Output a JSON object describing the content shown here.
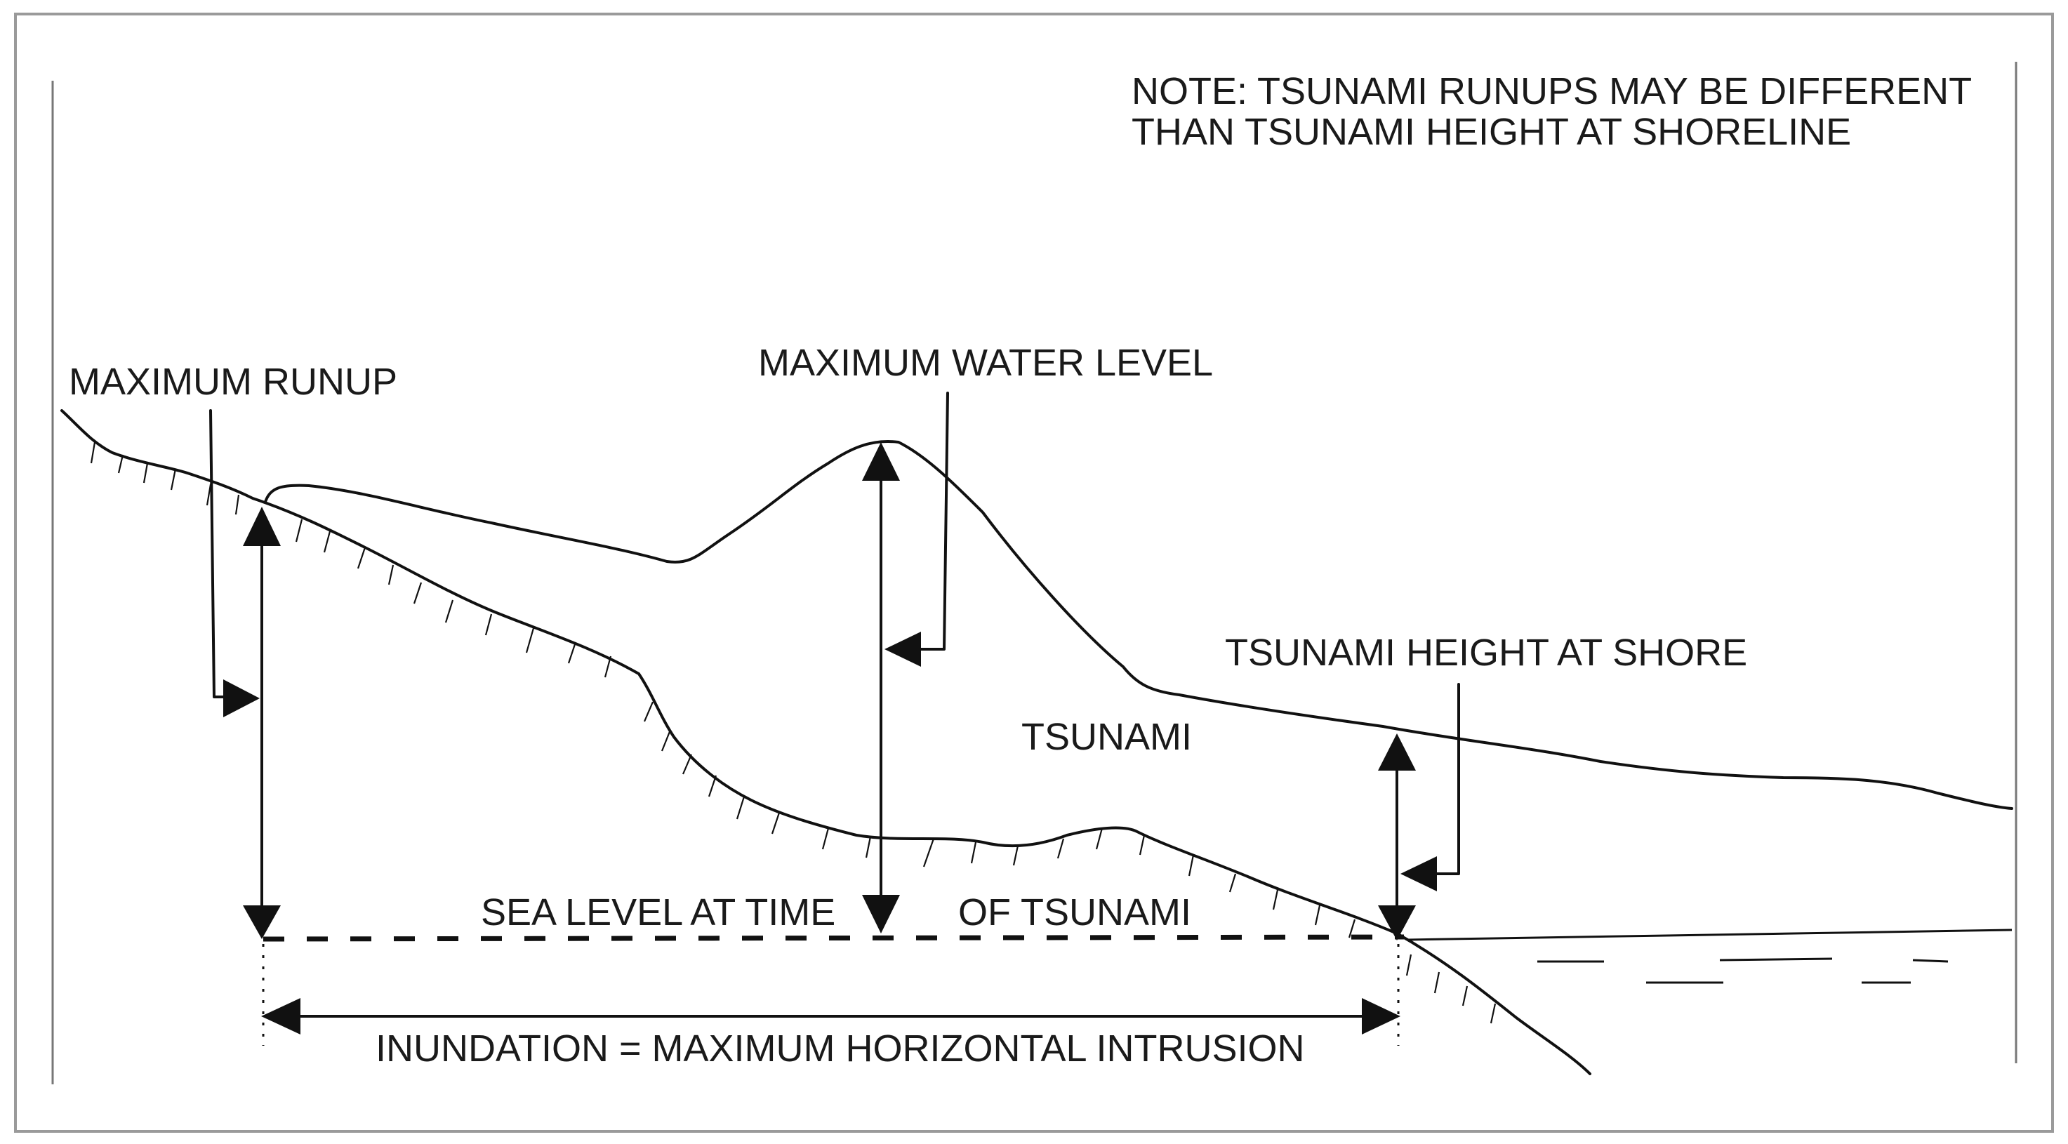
{
  "note": {
    "line1": "NOTE: TSUNAMI RUNUPS MAY BE DIFFERENT",
    "line2": "THAN TSUNAMI HEIGHT AT SHORELINE"
  },
  "labels": {
    "maximum_runup": "MAXIMUM RUNUP",
    "maximum_water_level": "MAXIMUM WATER LEVEL",
    "tsunami_height_at_shore": "TSUNAMI HEIGHT AT SHORE",
    "tsunami": "TSUNAMI",
    "sea_level_part1": "SEA LEVEL  AT TIME",
    "sea_level_part2": "OF TSUNAMI",
    "inundation": "INUNDATION = MAXIMUM HORIZONTAL INTRUSION"
  },
  "colors": {
    "ink": "#111111",
    "frame": "#9a9a9a",
    "background": "#ffffff"
  }
}
